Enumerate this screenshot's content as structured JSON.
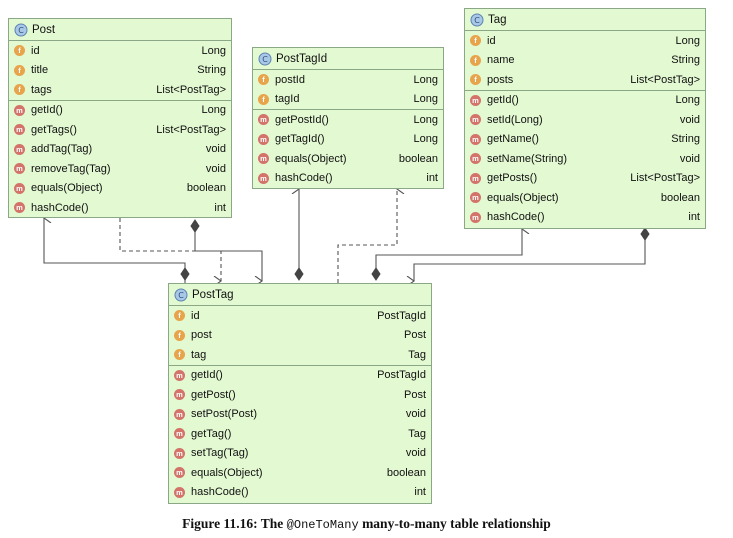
{
  "classes": {
    "post": {
      "name": "Post",
      "fields": [
        {
          "name": "id",
          "type": "Long"
        },
        {
          "name": "title",
          "type": "String"
        },
        {
          "name": "tags",
          "type": "List<PostTag>"
        }
      ],
      "methods": [
        {
          "name": "getId()",
          "type": "Long"
        },
        {
          "name": "getTags()",
          "type": "List<PostTag>"
        },
        {
          "name": "addTag(Tag)",
          "type": "void"
        },
        {
          "name": "removeTag(Tag)",
          "type": "void"
        },
        {
          "name": "equals(Object)",
          "type": "boolean"
        },
        {
          "name": "hashCode()",
          "type": "int"
        }
      ]
    },
    "posttagid": {
      "name": "PostTagId",
      "fields": [
        {
          "name": "postId",
          "type": "Long"
        },
        {
          "name": "tagId",
          "type": "Long"
        }
      ],
      "methods": [
        {
          "name": "getPostId()",
          "type": "Long"
        },
        {
          "name": "getTagId()",
          "type": "Long"
        },
        {
          "name": "equals(Object)",
          "type": "boolean"
        },
        {
          "name": "hashCode()",
          "type": "int"
        }
      ]
    },
    "tag": {
      "name": "Tag",
      "fields": [
        {
          "name": "id",
          "type": "Long"
        },
        {
          "name": "name",
          "type": "String"
        },
        {
          "name": "posts",
          "type": "List<PostTag>"
        }
      ],
      "methods": [
        {
          "name": "getId()",
          "type": "Long"
        },
        {
          "name": "setId(Long)",
          "type": "void"
        },
        {
          "name": "getName()",
          "type": "String"
        },
        {
          "name": "setName(String)",
          "type": "void"
        },
        {
          "name": "getPosts()",
          "type": "List<PostTag>"
        },
        {
          "name": "equals(Object)",
          "type": "boolean"
        },
        {
          "name": "hashCode()",
          "type": "int"
        }
      ]
    },
    "posttag": {
      "name": "PostTag",
      "fields": [
        {
          "name": "id",
          "type": "PostTagId"
        },
        {
          "name": "post",
          "type": "Post"
        },
        {
          "name": "tag",
          "type": "Tag"
        }
      ],
      "methods": [
        {
          "name": "getId()",
          "type": "PostTagId"
        },
        {
          "name": "getPost()",
          "type": "Post"
        },
        {
          "name": "setPost(Post)",
          "type": "void"
        },
        {
          "name": "getTag()",
          "type": "Tag"
        },
        {
          "name": "setTag(Tag)",
          "type": "void"
        },
        {
          "name": "equals(Object)",
          "type": "boolean"
        },
        {
          "name": "hashCode()",
          "type": "int"
        }
      ]
    }
  },
  "icons": {
    "field": "f",
    "method": "m",
    "class": "class-icon"
  },
  "colors": {
    "box_fill": "#e3f9d2",
    "box_border": "#8aa886",
    "field_icon": "#e7a44b",
    "method_icon": "#d3736a",
    "line": "#555555"
  },
  "caption": {
    "prefix": "Figure 11.16: The ",
    "code": "@OneToMany",
    "suffix": " many-to-many table relationship"
  }
}
